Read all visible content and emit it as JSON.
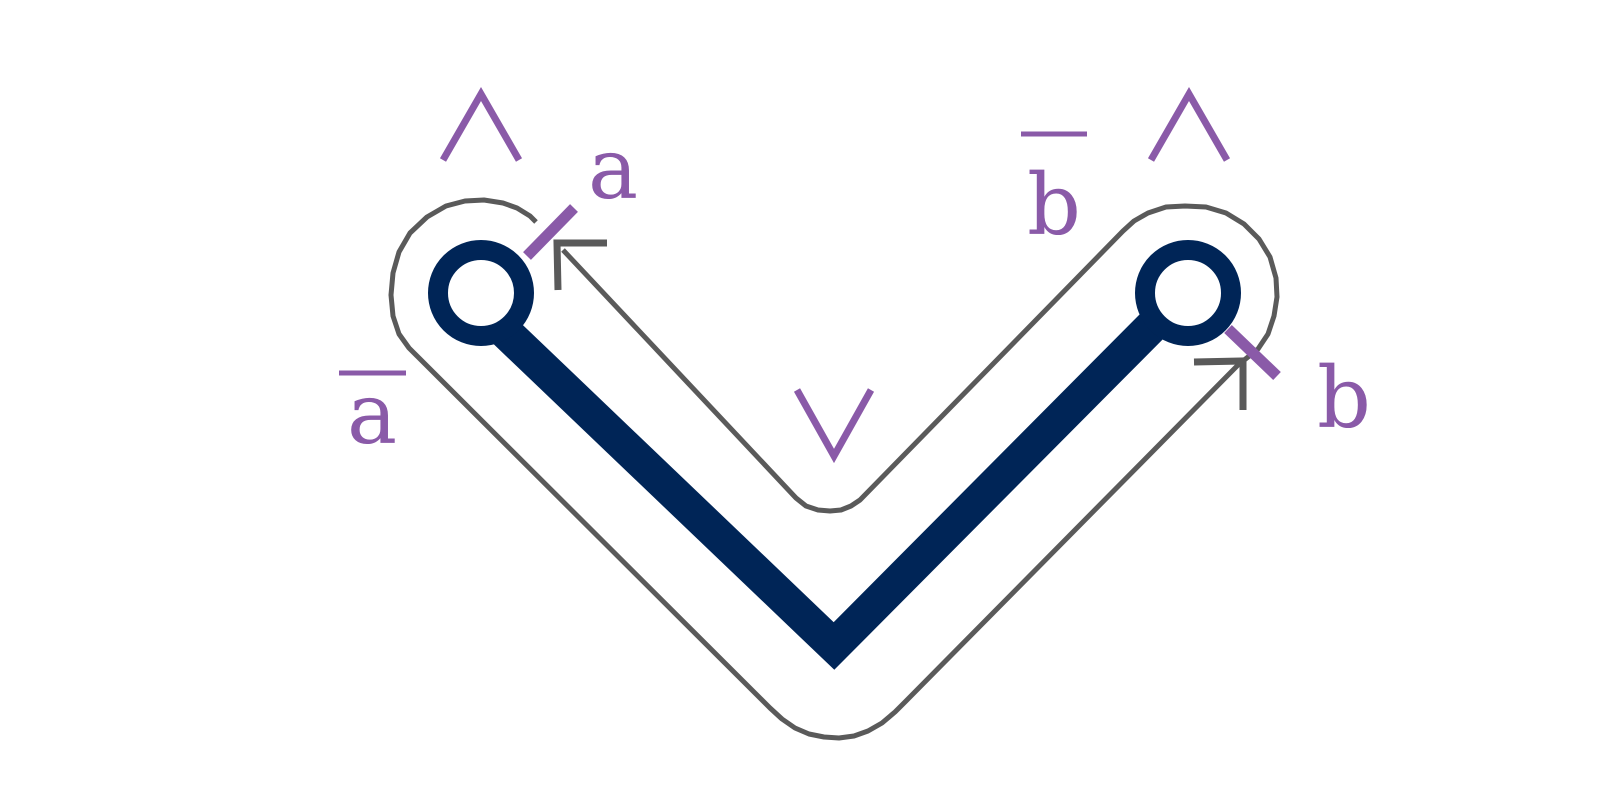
{
  "colors": {
    "background": "#ffffff",
    "structure": "#002557",
    "path": "#5a5a5a",
    "label": "#8a5aa8"
  },
  "labels": {
    "a_top": "a",
    "a_bar": "a",
    "b_top": "b",
    "b_bar": "b"
  },
  "symbols": {
    "wedge_left": "wedge-icon",
    "wedge_right": "wedge-icon",
    "vee_center": "vee-icon"
  }
}
